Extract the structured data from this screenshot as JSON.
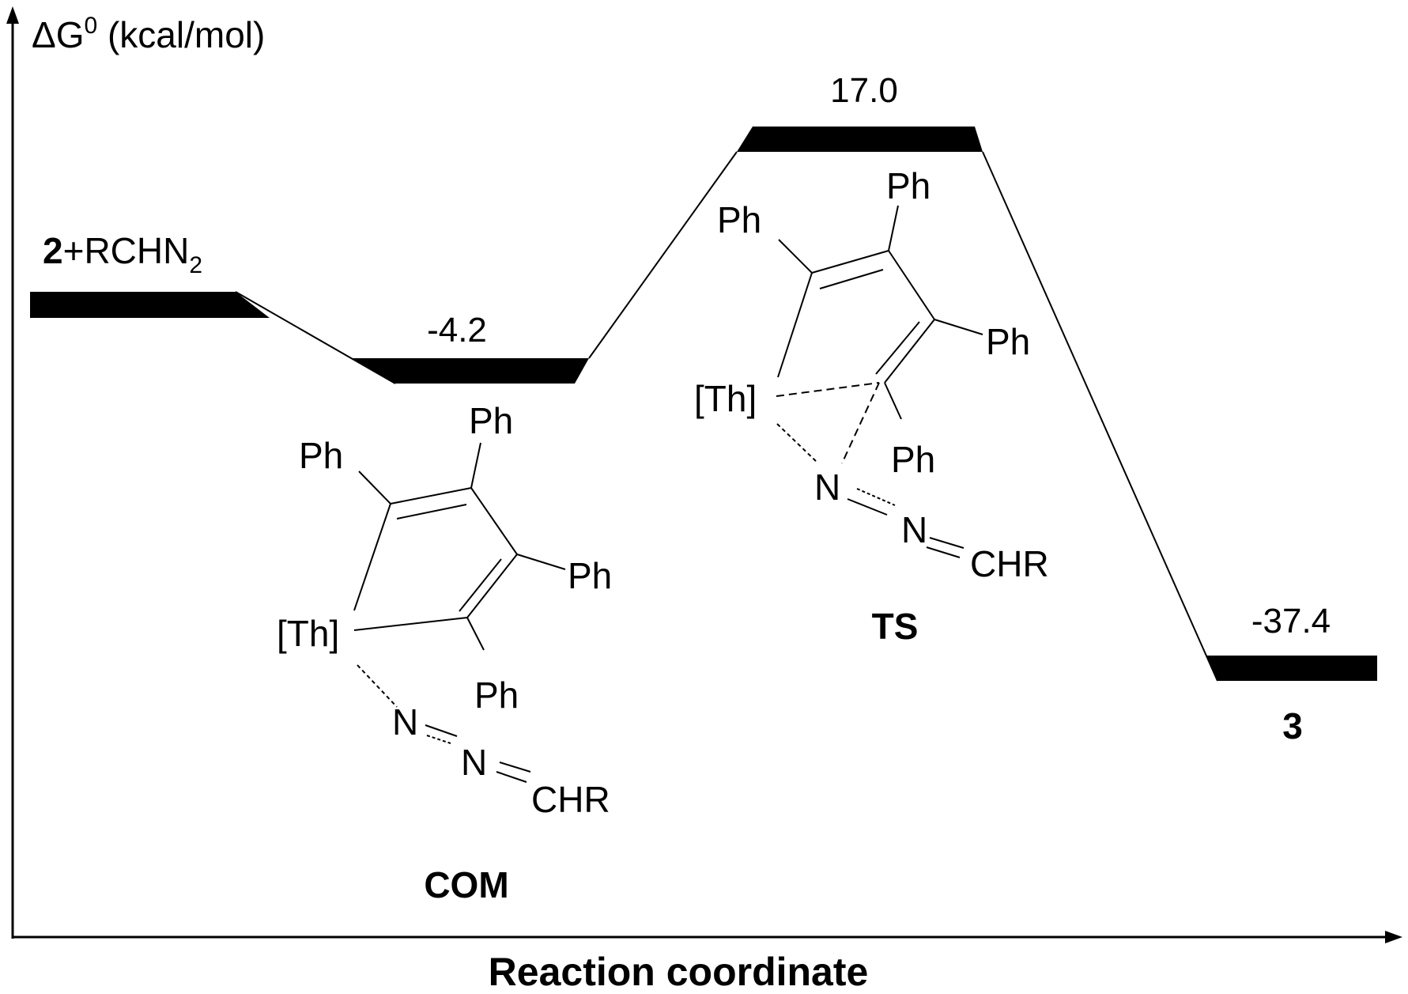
{
  "axes": {
    "y_label_delta": "ΔG",
    "y_label_sup": "0",
    "y_label_unit": " (kcal/mol)",
    "x_label": "Reaction coordinate"
  },
  "levels": [
    {
      "id": "reactants",
      "energy_kcal_mol": 0.0,
      "name_bold": "2",
      "name_plus": "+RCHN",
      "name_sub": "2",
      "value": ""
    },
    {
      "id": "COM",
      "energy_kcal_mol": -4.2,
      "name_bold": "COM",
      "value": "-4.2"
    },
    {
      "id": "TS",
      "energy_kcal_mol": 17.0,
      "name_bold": "TS",
      "value": "17.0"
    },
    {
      "id": "product",
      "energy_kcal_mol": -37.4,
      "name_bold": "3",
      "value": "-37.4"
    }
  ],
  "structures": {
    "ph": "Ph",
    "th": "[Th]",
    "n": "N",
    "chr": "CHR"
  },
  "colors": {
    "ink": "#000000",
    "background": "#ffffff"
  }
}
